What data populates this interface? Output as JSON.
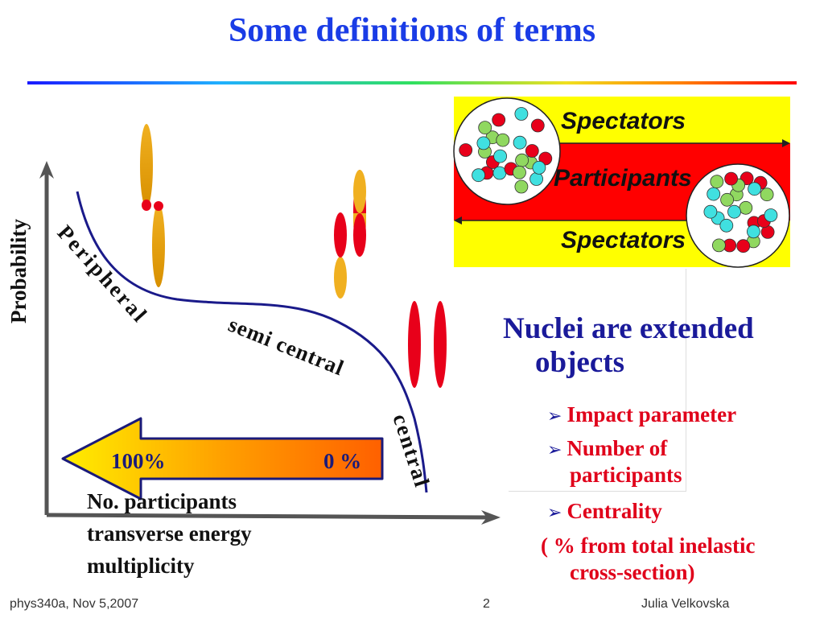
{
  "slide": {
    "title": "Some definitions of terms"
  },
  "plot": {
    "ylabel": "Probability",
    "curve_labels": [
      "Peripheral",
      "semi central",
      "central"
    ],
    "arrow_left_label": "100%",
    "arrow_right_label": "0 %",
    "xlabels": [
      "No. participants",
      "transverse energy",
      "multiplicity"
    ]
  },
  "nuclei_diagram": {
    "top_label": "Spectators",
    "middle_label": "Participants",
    "bottom_label": "Spectators"
  },
  "content": {
    "heading_line1": "Nuclei are extended",
    "heading_line2": "objects",
    "bullets": [
      "Impact parameter",
      "Number of",
      "participants",
      "Centrality"
    ],
    "note_line1": "( % from total inelastic",
    "note_line2": "cross-section)"
  },
  "footer": {
    "left": "phys340a, Nov 5,2007",
    "page": "2",
    "right": "Julia Velkovska"
  },
  "colors": {
    "title": "#1a3ce6",
    "heading": "#1a1a9a",
    "bullet_text": "#e0001a",
    "nucleon_red": "#e8001a",
    "nucleon_green": "#90d860",
    "nucleon_cyan": "#40e0e0",
    "band_yellow": "#ffff00",
    "band_red": "#ff0000"
  }
}
